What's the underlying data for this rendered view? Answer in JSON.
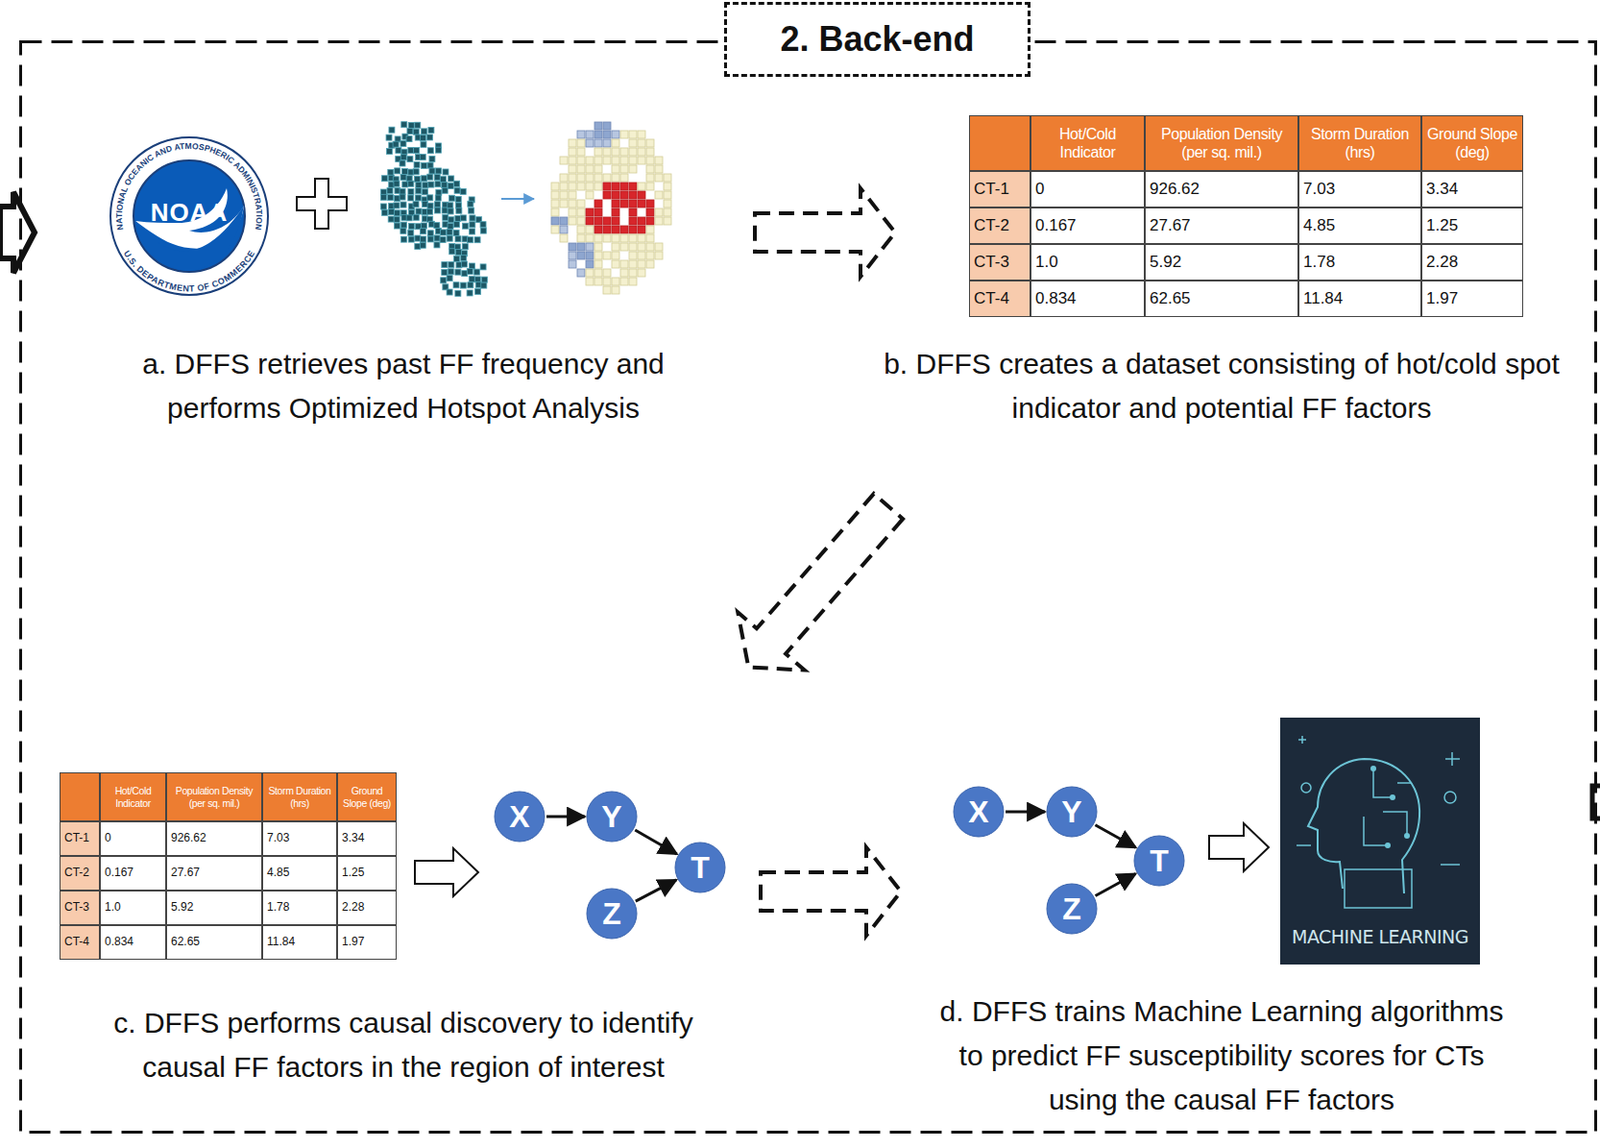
{
  "diagram": {
    "nodes": [
      {
        "text": [
          "2. Back-end"
        ]
      },
      {
        "text": [
          "X"
        ],
        "in": 0
      },
      {
        "text": [
          "Y"
        ],
        "in": 0
      },
      {
        "text": [
          "Z"
        ],
        "in": 0
      },
      {
        "text": [
          "T"
        ],
        "in": 0
      },
      {
        "text": [
          "X"
        ],
        "in": 0
      },
      {
        "text": [
          "Y"
        ],
        "in": 0
      },
      {
        "text": [
          "Z"
        ],
        "in": 0
      },
      {
        "text": [
          "T"
        ],
        "in": 0
      }
    ],
    "edges": [
      {
        "from": 1,
        "to": 2,
        "arrow": "to"
      },
      {
        "from": 2,
        "to": 4,
        "arrow": "to"
      },
      {
        "from": 3,
        "to": 4,
        "arrow": "to"
      },
      {
        "from": 5,
        "to": 6,
        "arrow": "to"
      },
      {
        "from": 6,
        "to": 8,
        "arrow": "to"
      },
      {
        "from": 7,
        "to": 8,
        "arrow": "to"
      }
    ],
    "labels": [
      "NATIONAL OCEANIC AND ATMOSPHERIC ADMINISTRATION",
      "U.S. DEPARTMENT OF COMMERCE",
      "NOAA",
      "a. DFFS retrieves past FF frequency and performs Optimized Hotspot Analysis",
      "Hot/Cold Indicator",
      "Population Density (per sq. mil.)",
      "Storm Duration (hrs)",
      "Ground Slope (deg)",
      "CT-1",
      "0",
      "926.62",
      "7.03",
      "3.34",
      "CT-2",
      "0.167",
      "27.67",
      "4.85",
      "1.25",
      "CT-3",
      "1.0",
      "5.92",
      "1.78",
      "2.28",
      "CT-4",
      "0.834",
      "62.65",
      "11.84",
      "1.97",
      "b. DFFS creates a dataset consisting of hot/cold spot indicator and potential FF factors",
      "Hot/Cold Indicator",
      "Population Density (per sq. mil.)",
      "Storm Duration (hrs)",
      "Ground Slope (deg)",
      "CT-1",
      "0",
      "926.62",
      "7.03",
      "3.34",
      "CT-2",
      "0.167",
      "27.67",
      "4.85",
      "1.25",
      "CT-3",
      "1.0",
      "5.92",
      "1.78",
      "2.28",
      "CT-4",
      "0.834",
      "62.65",
      "11.84",
      "1.97",
      "c. DFFS performs causal discovery to identify causal FF factors in the region of interest",
      "MACHINE LEARNING",
      "d. DFFS trains Machine Learning algorithms to predict FF susceptibility scores for CTs using the causal FF factors"
    ]
  }
}
